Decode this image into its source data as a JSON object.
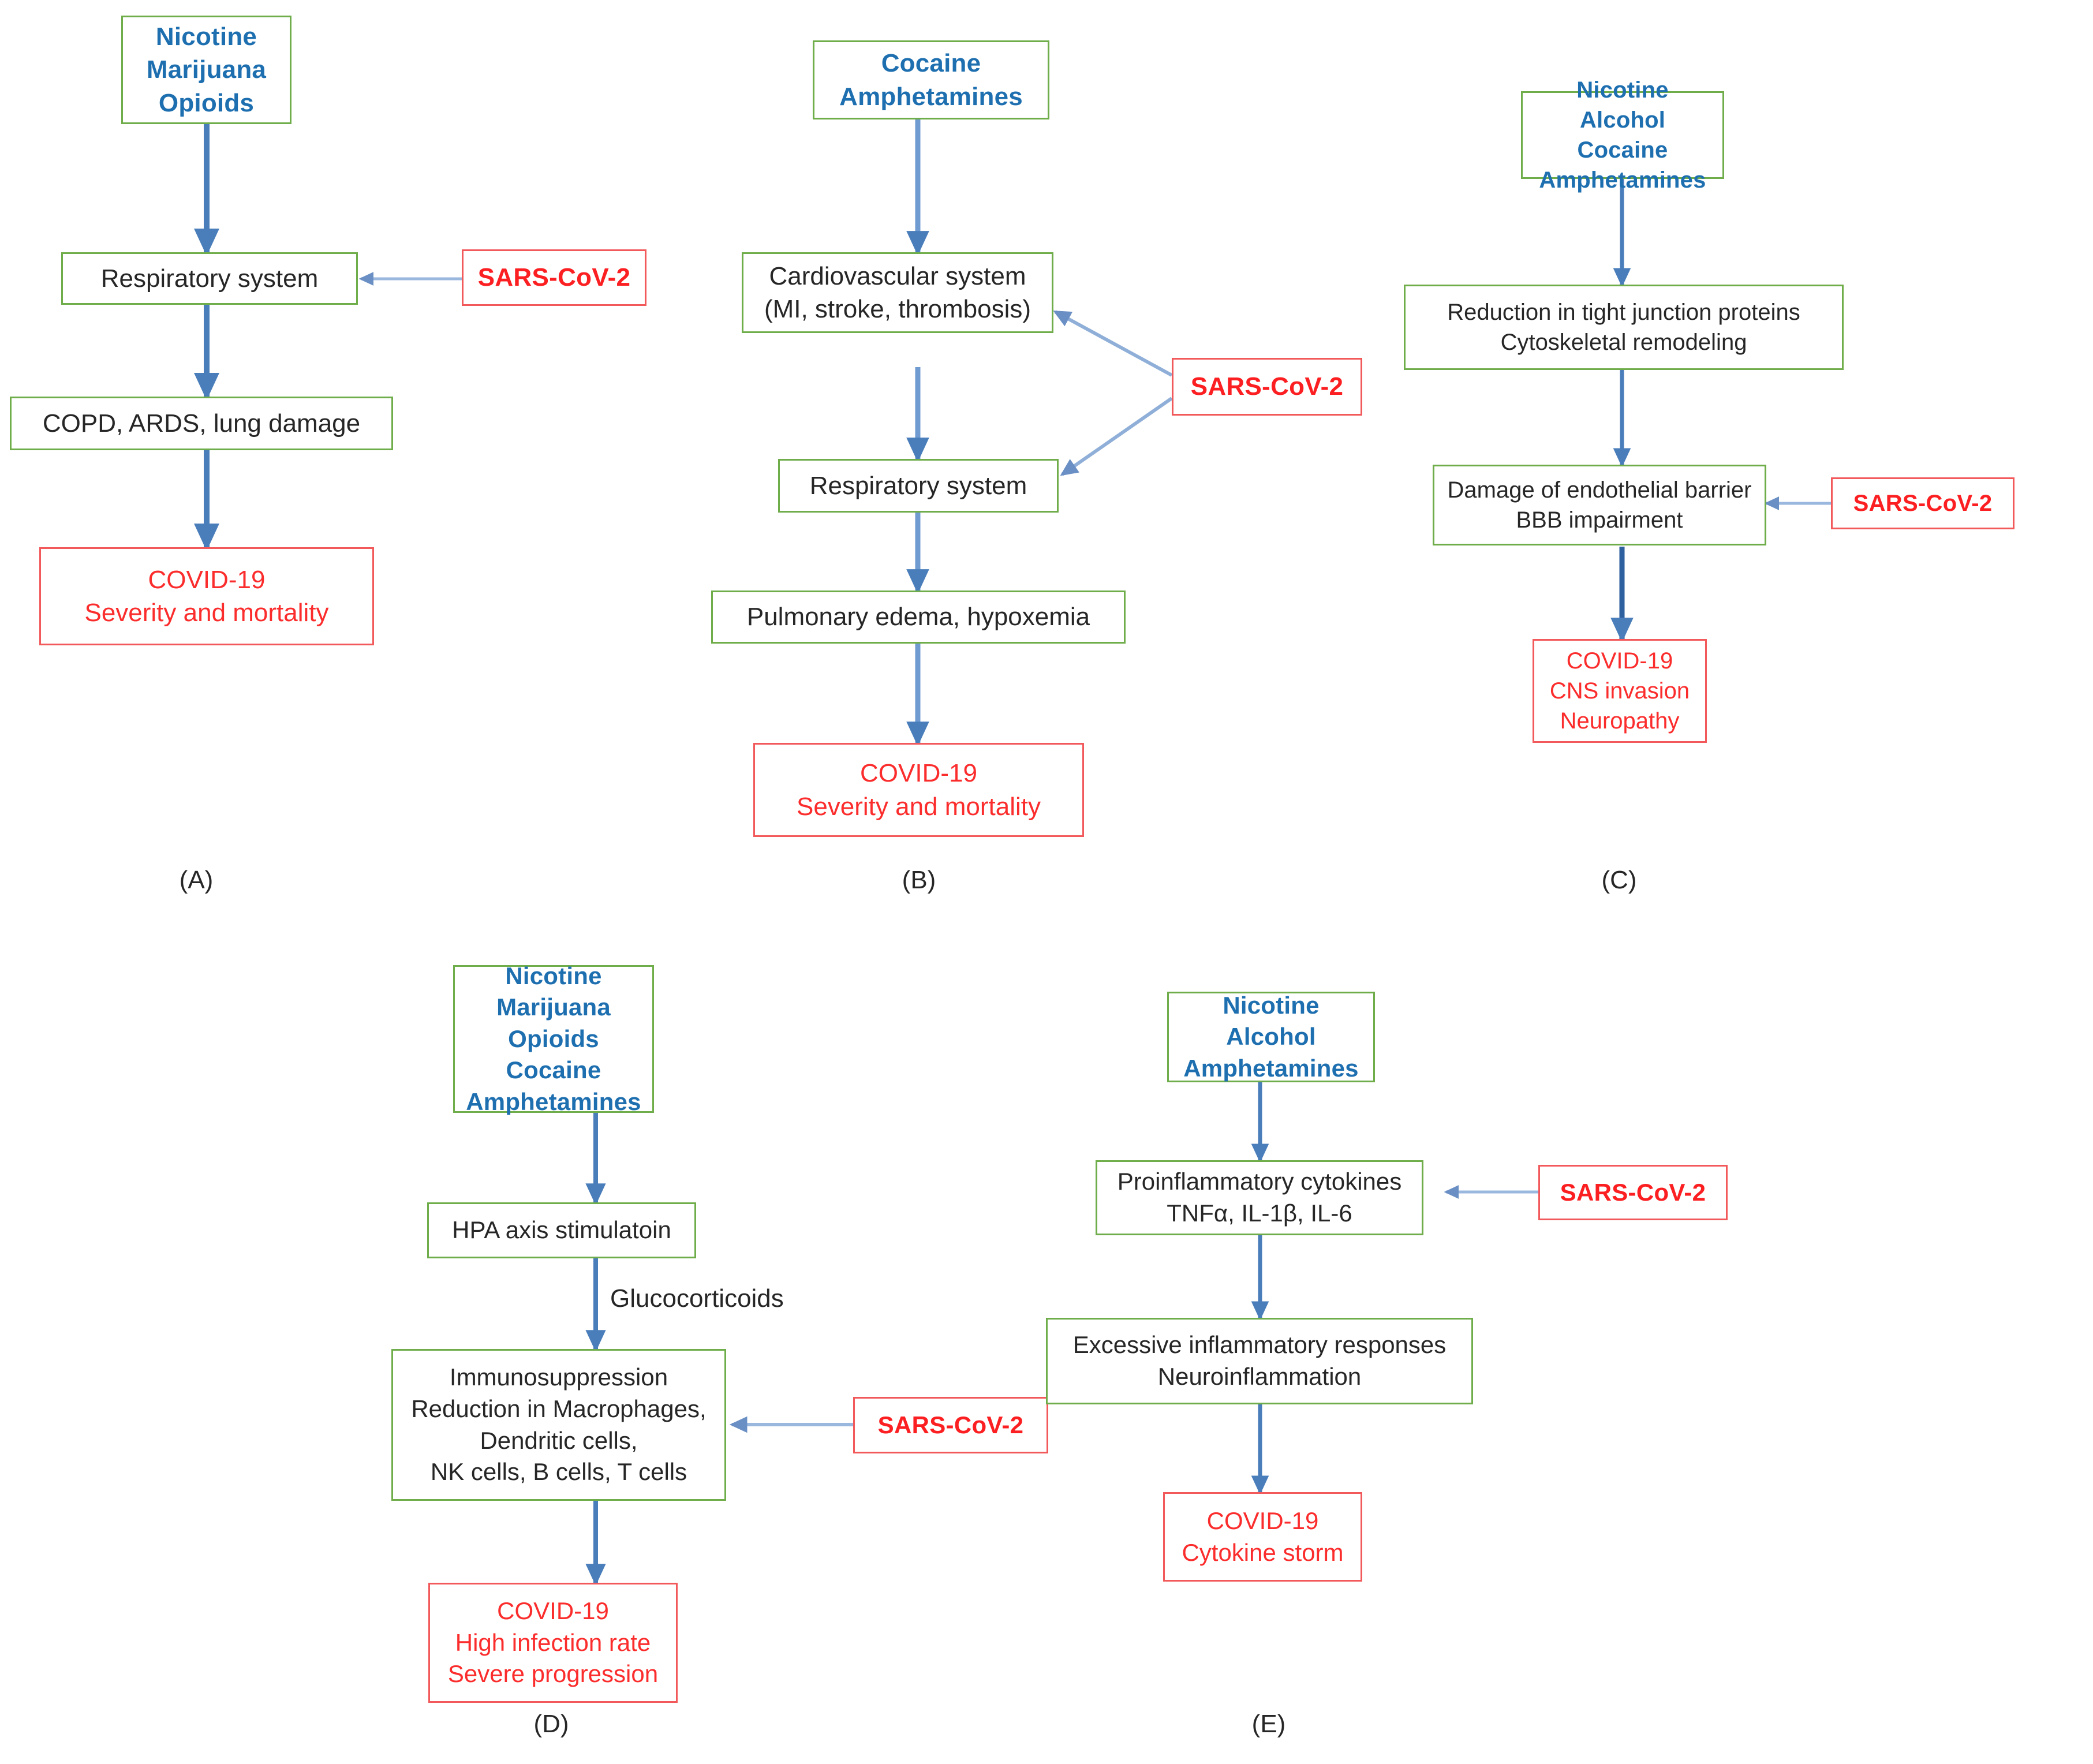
{
  "figure": {
    "colors": {
      "green_border": "#6fad4a",
      "red_border": "#f2595b",
      "blue_text": "#1e6fb0",
      "red_text": "#fb2c2c",
      "black_text": "#262626",
      "arrow_blue": "#4a7ebb",
      "arrow_light_blue": "#9ab7dd",
      "background": "#ffffff"
    },
    "panels": [
      {
        "id": "A",
        "caption": "(A)",
        "nodes": {
          "drugs": [
            "Nicotine",
            "Marijuana",
            "Opioids"
          ],
          "organ": [
            "Respiratory system"
          ],
          "pathology": [
            "COPD, ARDS, lung damage"
          ],
          "outcome": [
            "COVID-19",
            "Severity and mortality"
          ],
          "virus": [
            "SARS-CoV-2"
          ]
        }
      },
      {
        "id": "B",
        "caption": "(B)",
        "nodes": {
          "drugs": [
            "Cocaine",
            "Amphetamines"
          ],
          "cardio": [
            "Cardiovascular system",
            "(MI, stroke, thrombosis)"
          ],
          "organ": [
            "Respiratory system"
          ],
          "pathology": [
            "Pulmonary edema, hypoxemia"
          ],
          "outcome": [
            "COVID-19",
            "Severity and mortality"
          ],
          "virus": [
            "SARS-CoV-2"
          ]
        }
      },
      {
        "id": "C",
        "caption": "(C)",
        "nodes": {
          "drugs": [
            "Nicotine",
            "Alcohol",
            "Cocaine",
            "Amphetamines"
          ],
          "mechanism": [
            "Reduction in tight junction proteins",
            "Cytoskeletal remodeling"
          ],
          "damage": [
            "Damage of endothelial barrier",
            "BBB impairment"
          ],
          "outcome": [
            "COVID-19",
            "CNS invasion",
            "Neuropathy"
          ],
          "virus": [
            "SARS-CoV-2"
          ]
        }
      },
      {
        "id": "D",
        "caption": "(D)",
        "nodes": {
          "drugs": [
            "Nicotine",
            "Marijuana",
            "Opioids",
            "Cocaine",
            "Amphetamines"
          ],
          "axis": [
            "HPA axis stimulatoin"
          ],
          "mediator_label": "Glucocorticoids",
          "immuno": [
            "Immunosuppression",
            "Reduction in Macrophages,",
            "Dendritic cells,",
            "NK cells, B cells, T cells"
          ],
          "outcome": [
            "COVID-19",
            "High infection rate",
            "Severe progression"
          ],
          "virus": [
            "SARS-CoV-2"
          ]
        }
      },
      {
        "id": "E",
        "caption": "(E)",
        "nodes": {
          "drugs": [
            "Nicotine",
            "Alcohol",
            "Amphetamines"
          ],
          "cytokines": [
            "Proinflammatory cytokines",
            "TNFα, IL-1β, IL-6"
          ],
          "inflammation": [
            "Excessive inflammatory responses",
            "Neuroinflammation"
          ],
          "outcome": [
            "COVID-19",
            "Cytokine storm"
          ],
          "virus": [
            "SARS-CoV-2"
          ]
        }
      }
    ]
  }
}
